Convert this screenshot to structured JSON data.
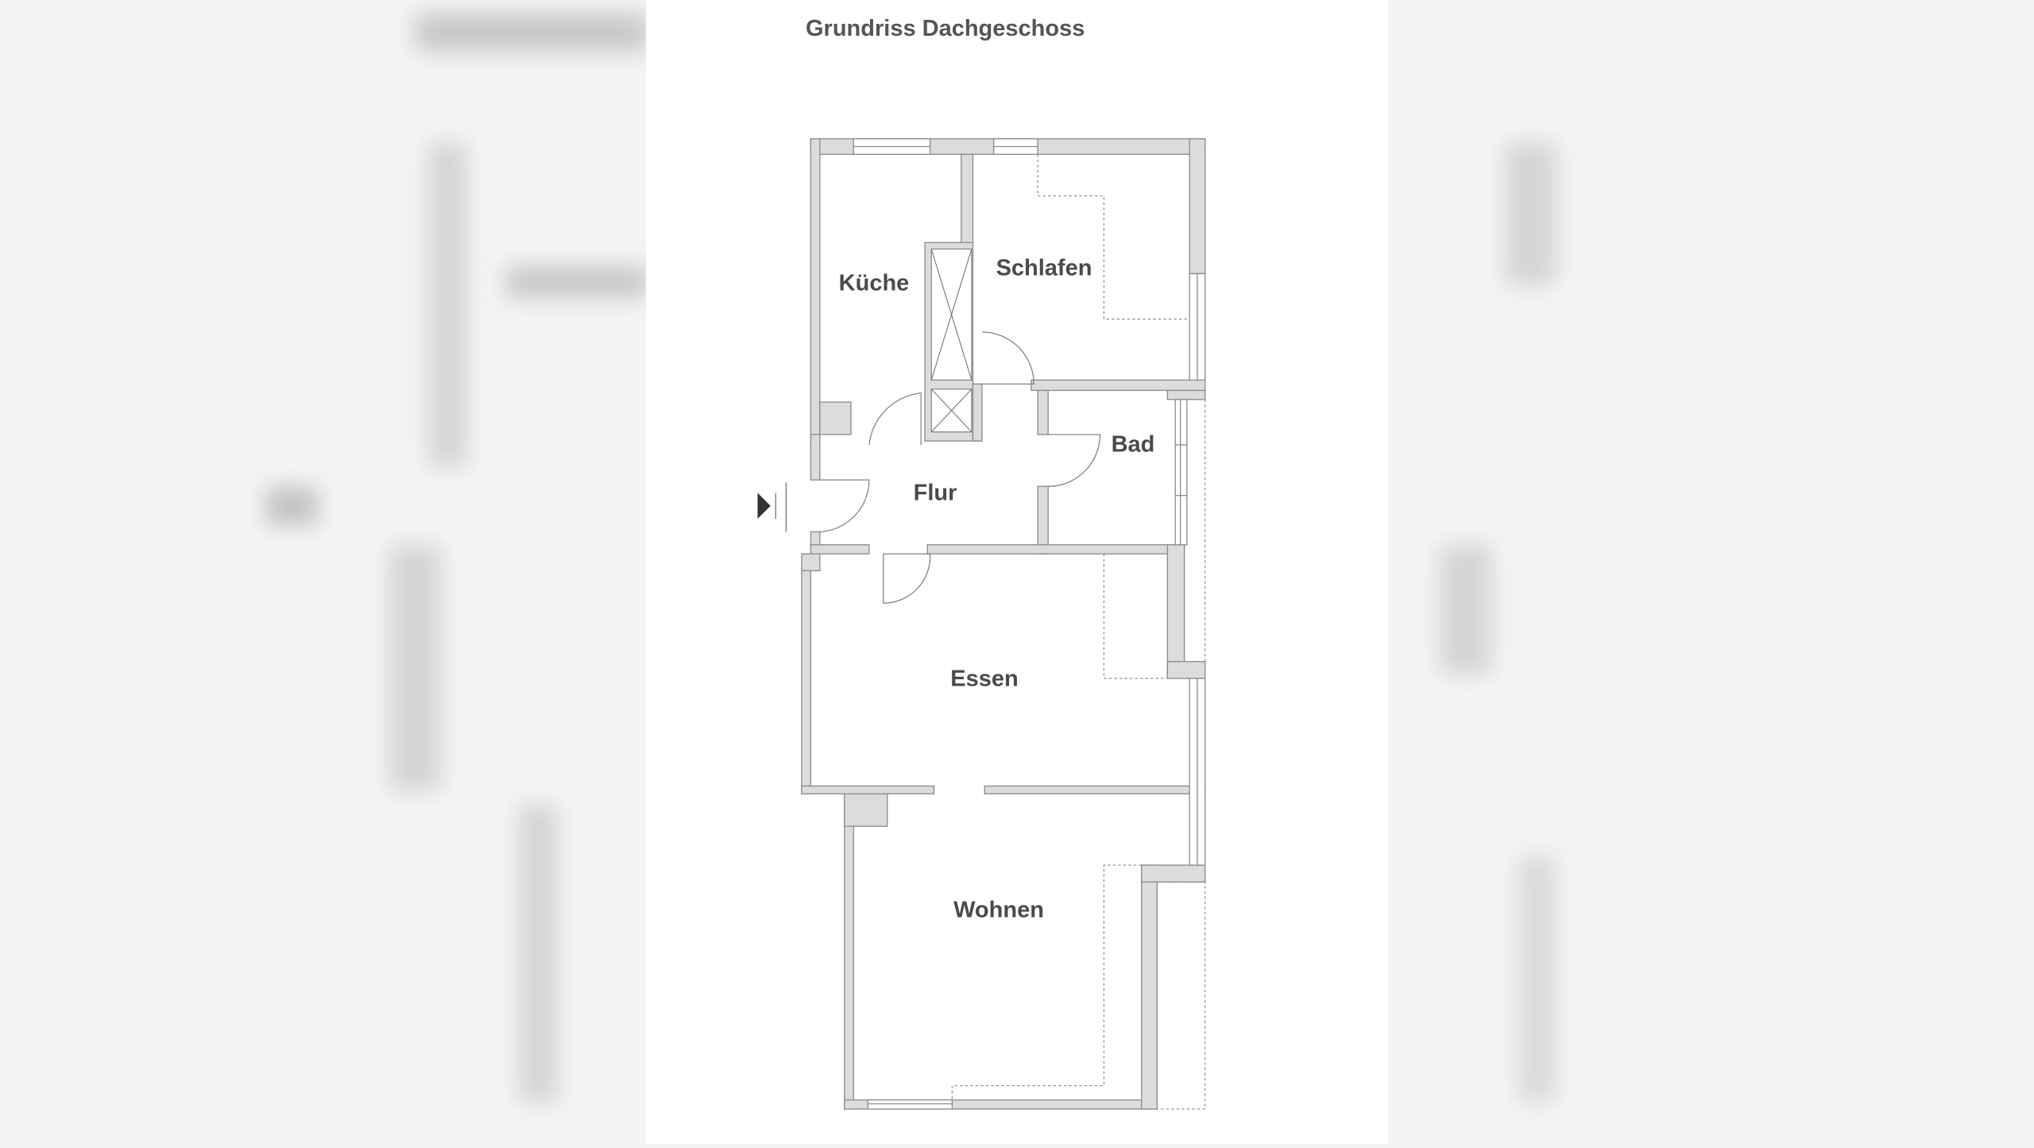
{
  "title": "Grundriss Dachgeschoss",
  "rooms": {
    "kueche": "Küche",
    "schlafen": "Schlafen",
    "bad": "Bad",
    "flur": "Flur",
    "essen": "Essen",
    "wohnen": "Wohnen"
  },
  "colors": {
    "wall_fill": "#dcdcdc",
    "wall_stroke": "#8a8a8a",
    "text": "#4a4a4a"
  }
}
